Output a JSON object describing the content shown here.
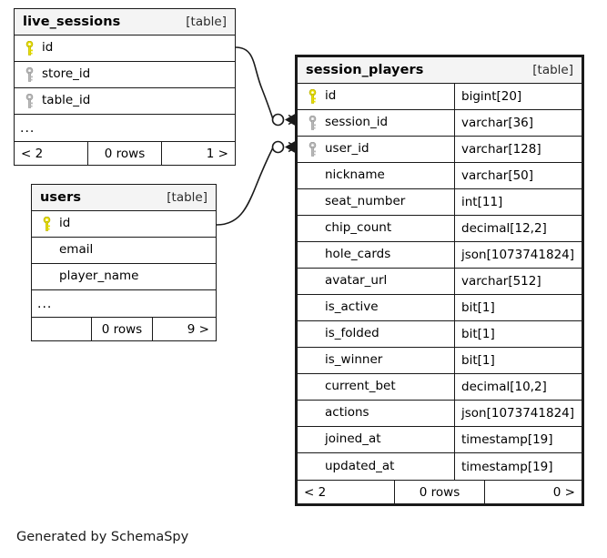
{
  "diagram": {
    "caption": "Generated by SchemaSpy",
    "type_label": "[table]",
    "ellipsis": "...",
    "key_icon_pk": "primary-key-icon",
    "key_icon_fk": "foreign-key-icon",
    "colors": {
      "primary_key": "#e8df00",
      "foreign_key": "#b4b4b4",
      "border": "#1a1a1a",
      "header_bg": "#f4f4f4",
      "background": "#ffffff"
    }
  },
  "tables": [
    {
      "id": "live_sessions",
      "name": "live_sessions",
      "kind": "[table]",
      "emphasis": false,
      "show_types": false,
      "columns": [
        {
          "name": "id",
          "type": "",
          "key": "pk"
        },
        {
          "name": "store_id",
          "type": "",
          "key": "fk"
        },
        {
          "name": "table_id",
          "type": "",
          "key": "fk"
        }
      ],
      "has_ellipsis": true,
      "footer": {
        "left": "< 2",
        "middle": "0 rows",
        "right": "1 >"
      }
    },
    {
      "id": "users",
      "name": "users",
      "kind": "[table]",
      "emphasis": false,
      "show_types": false,
      "columns": [
        {
          "name": "id",
          "type": "",
          "key": "pk"
        },
        {
          "name": "email",
          "type": "",
          "key": "none"
        },
        {
          "name": "player_name",
          "type": "",
          "key": "none"
        }
      ],
      "has_ellipsis": true,
      "footer": {
        "left": "",
        "middle": "0 rows",
        "right": "9 >"
      }
    },
    {
      "id": "session_players",
      "name": "session_players",
      "kind": "[table]",
      "emphasis": true,
      "show_types": true,
      "columns": [
        {
          "name": "id",
          "type": "bigint[20]",
          "key": "pk"
        },
        {
          "name": "session_id",
          "type": "varchar[36]",
          "key": "fk"
        },
        {
          "name": "user_id",
          "type": "varchar[128]",
          "key": "fk"
        },
        {
          "name": "nickname",
          "type": "varchar[50]",
          "key": "none"
        },
        {
          "name": "seat_number",
          "type": "int[11]",
          "key": "none"
        },
        {
          "name": "chip_count",
          "type": "decimal[12,2]",
          "key": "none"
        },
        {
          "name": "hole_cards",
          "type": "json[1073741824]",
          "key": "none"
        },
        {
          "name": "avatar_url",
          "type": "varchar[512]",
          "key": "none"
        },
        {
          "name": "is_active",
          "type": "bit[1]",
          "key": "none"
        },
        {
          "name": "is_folded",
          "type": "bit[1]",
          "key": "none"
        },
        {
          "name": "is_winner",
          "type": "bit[1]",
          "key": "none"
        },
        {
          "name": "current_bet",
          "type": "decimal[10,2]",
          "key": "none"
        },
        {
          "name": "actions",
          "type": "json[1073741824]",
          "key": "none"
        },
        {
          "name": "joined_at",
          "type": "timestamp[19]",
          "key": "none"
        },
        {
          "name": "updated_at",
          "type": "timestamp[19]",
          "key": "none"
        }
      ],
      "has_ellipsis": false,
      "footer": {
        "left": "< 2",
        "middle": "0 rows",
        "right": "0 >"
      }
    }
  ],
  "relationships": [
    {
      "name": "live_sessions-id-to-session_players-session_id",
      "from_table": "live_sessions",
      "from_column": "id",
      "to_table": "session_players",
      "to_column": "session_id",
      "notation": "zero-or-many"
    },
    {
      "name": "users-id-to-session_players-user_id",
      "from_table": "users",
      "from_column": "id",
      "to_table": "session_players",
      "to_column": "user_id",
      "notation": "zero-or-many"
    }
  ]
}
